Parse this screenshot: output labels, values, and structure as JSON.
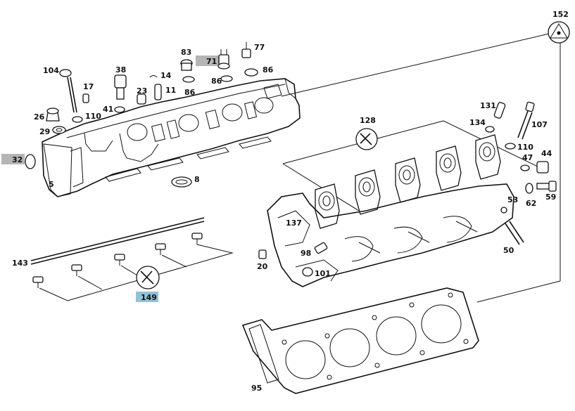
{
  "colors": {
    "line": "#111111",
    "background": "#ffffff",
    "label_grey": "#b5b5b5",
    "label_blue": "#8fc3d9"
  },
  "labels": {
    "l104": "104",
    "l17": "17",
    "l38": "38",
    "l14": "14",
    "l83": "83",
    "l71": "71",
    "l77": "77",
    "l86a": "86",
    "l86b": "86",
    "l86c": "86",
    "l23": "23",
    "l11": "11",
    "l41": "41",
    "l26": "26",
    "l110a": "110",
    "l29": "29",
    "l32": "32",
    "l5": "5",
    "l8": "8",
    "l152": "152",
    "l131": "131",
    "l134": "134",
    "l107": "107",
    "l110b": "110",
    "l128": "128",
    "l47": "47",
    "l44": "44",
    "l62": "62",
    "l59": "59",
    "l53": "53",
    "l137": "137",
    "l50": "50",
    "l98": "98",
    "l20": "20",
    "l101": "101",
    "l143": "143",
    "l149": "149",
    "l95": "95"
  }
}
